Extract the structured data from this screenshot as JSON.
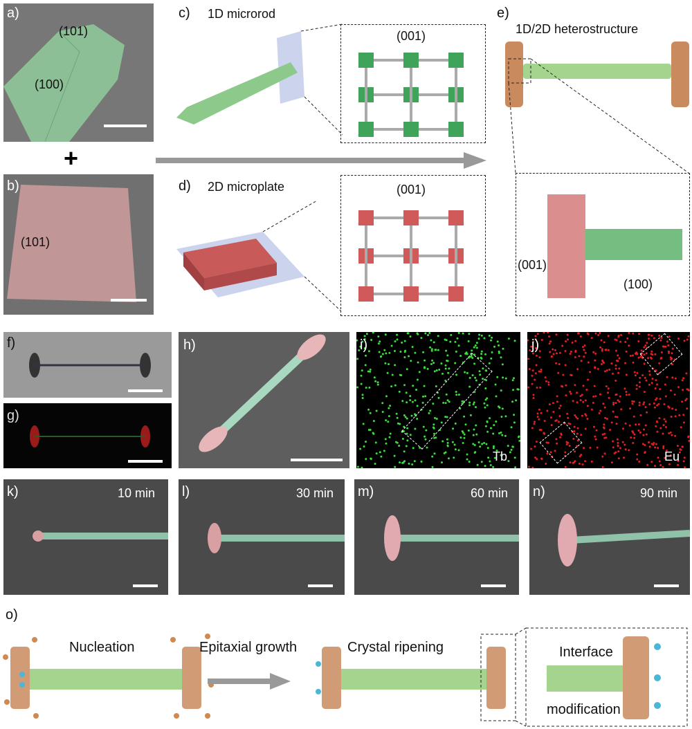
{
  "panels": {
    "a": {
      "label": "a)",
      "facet_top": "(101)",
      "facet_side": "(100)"
    },
    "b": {
      "label": "b)",
      "facet": "(101)"
    },
    "plus": "+",
    "c": {
      "label": "c)",
      "title": "1D microrod",
      "plane": "(001)"
    },
    "d": {
      "label": "d)",
      "title": "2D microplate",
      "plane": "(001)"
    },
    "e": {
      "label": "e)",
      "title": "1D/2D heterostructure",
      "plane_left": "(001)",
      "plane_right": "(100)"
    },
    "f": {
      "label": "f)"
    },
    "g": {
      "label": "g)"
    },
    "h": {
      "label": "h)"
    },
    "i": {
      "label": "i)",
      "element": "Tb"
    },
    "j": {
      "label": "j)",
      "element": "Eu"
    },
    "k": {
      "label": "k)",
      "time": "10 min"
    },
    "l": {
      "label": "l)",
      "time": "30 min"
    },
    "m": {
      "label": "m)",
      "time": "60 min"
    },
    "n": {
      "label": "n)",
      "time": "90 min"
    },
    "o": {
      "label": "o)",
      "step1": "Nucleation",
      "step2": "Epitaxial growth",
      "step3": "Crystal ripening",
      "inset_top": "Interface",
      "inset_bottom": "modification"
    }
  },
  "colors": {
    "green": "#7fbf6a",
    "red": "#d06a6a",
    "copper": "#c98a5e",
    "sem_gray": "#6b6b6b"
  }
}
